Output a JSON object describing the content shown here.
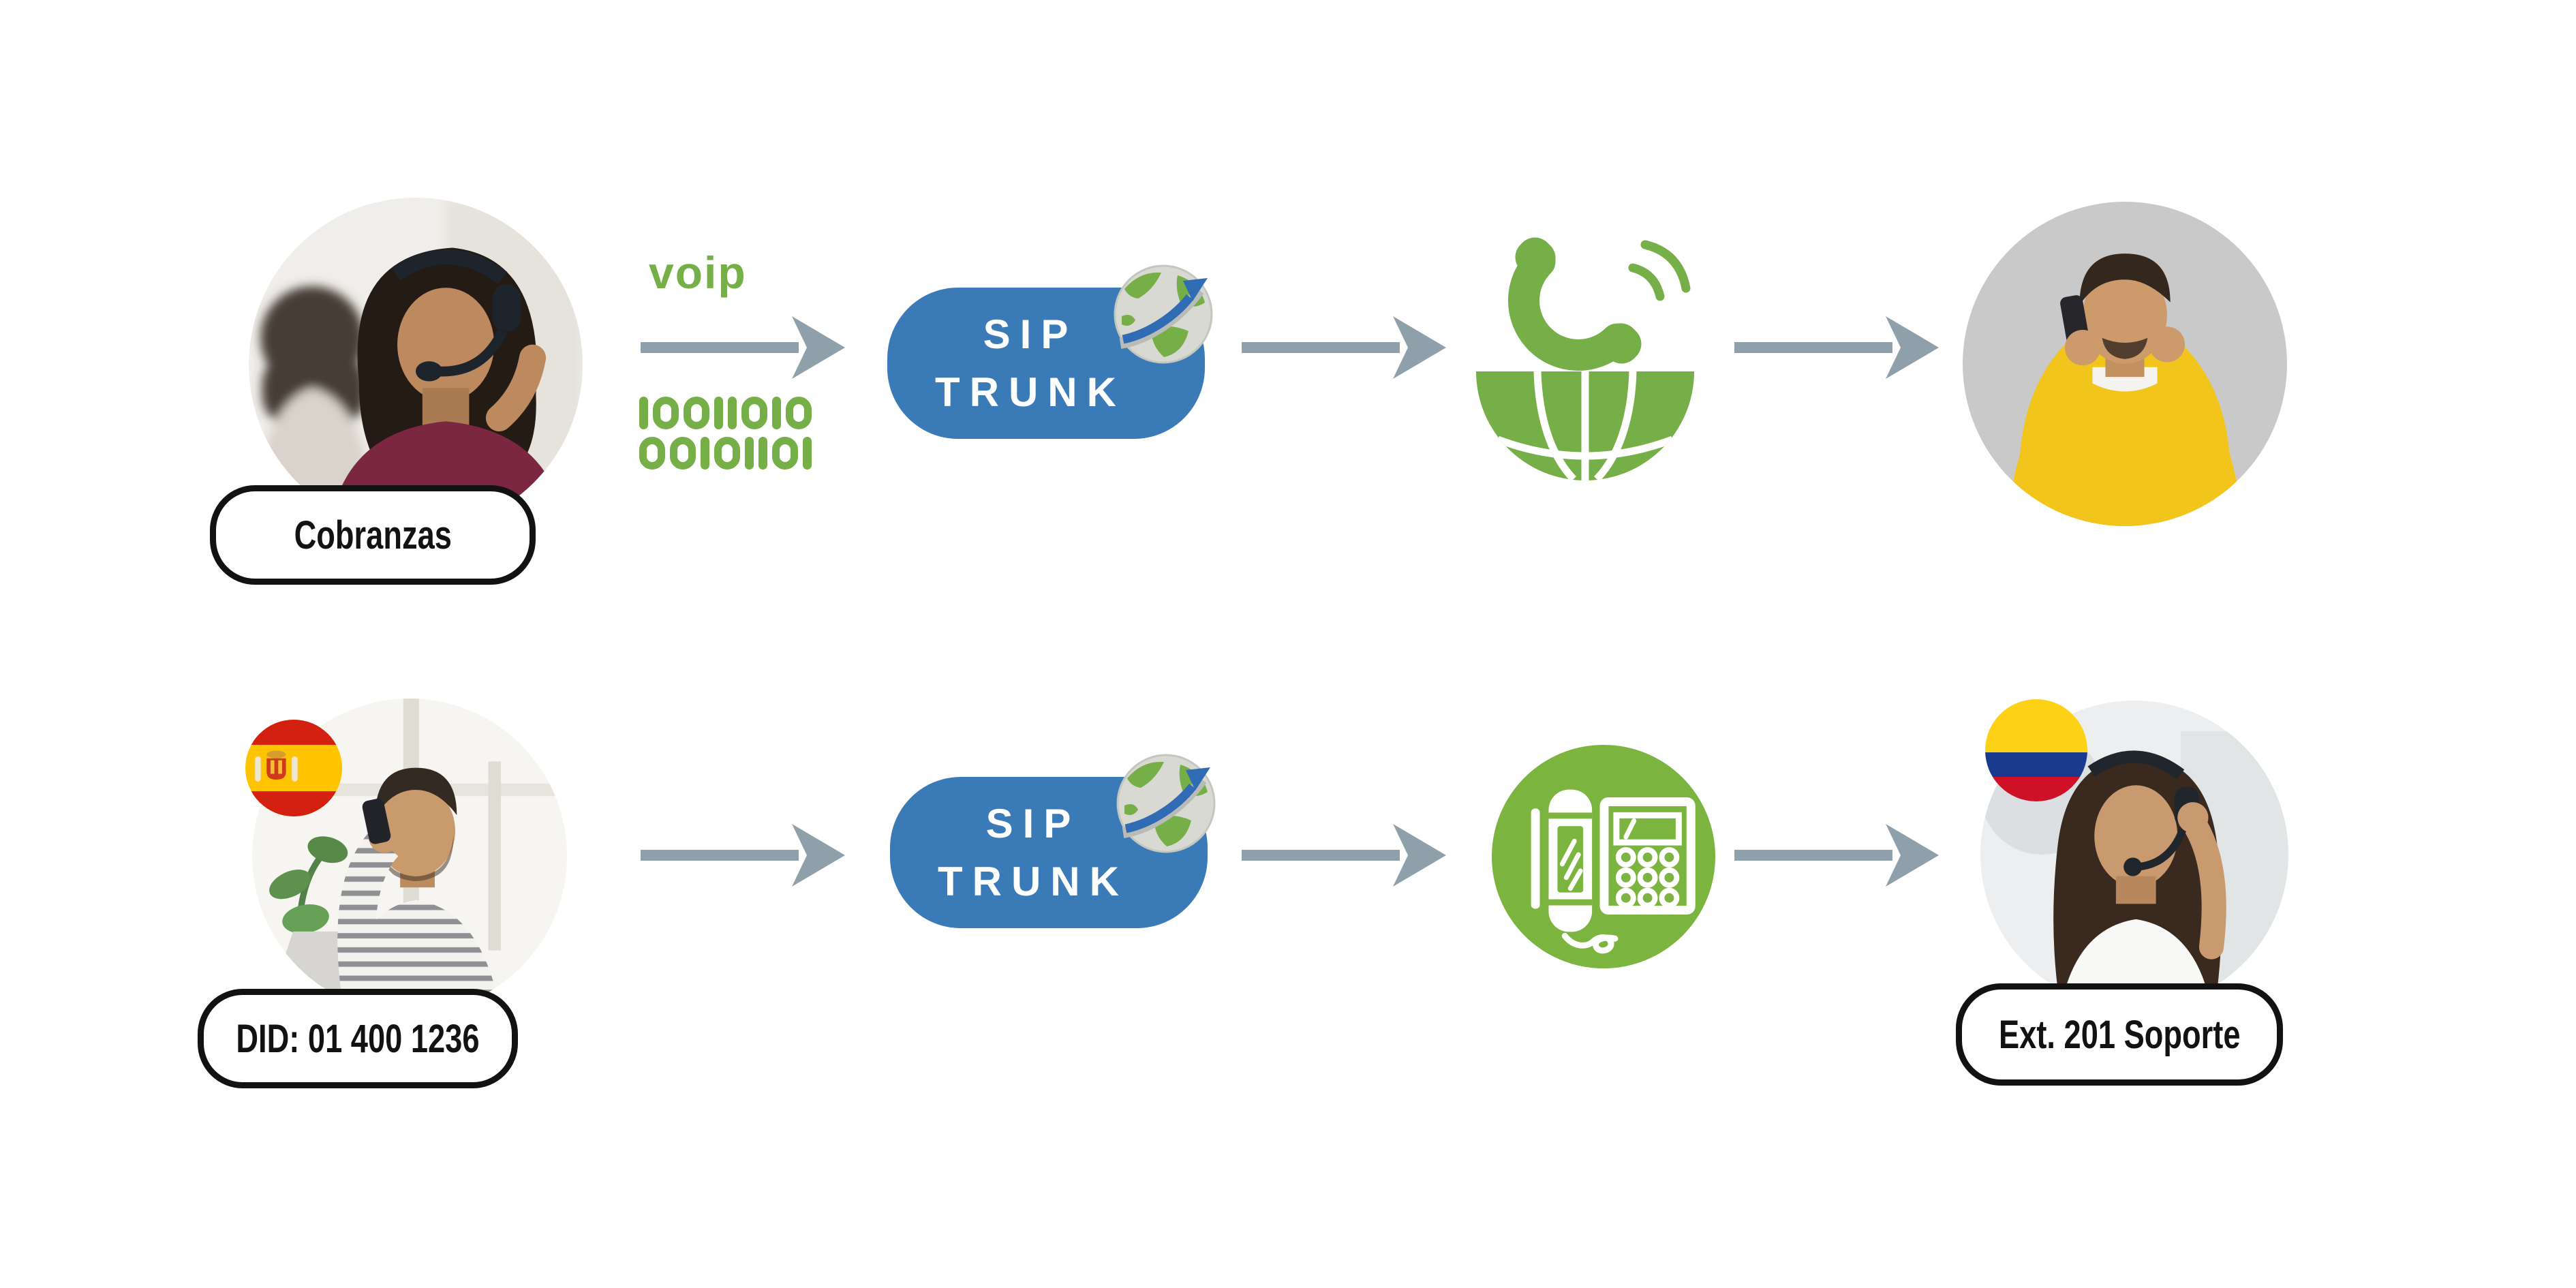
{
  "palette": {
    "bg": "#ffffff",
    "green": "#76ae48",
    "green_circle": "#7cb440",
    "blue": "#3a7ab7",
    "blue_dark": "#2f6cb3",
    "arrow_gray": "#90a0ab",
    "ink": "#121212",
    "spain_red": "#d32011",
    "spain_yellow": "#ffc400",
    "colombia_yellow": "#fcd116",
    "colombia_blue": "#1a3a8f",
    "colombia_red": "#ce1126"
  },
  "row1": {
    "caller_label": "Cobranzas",
    "voip_label": "voip",
    "binary_lines": [
      "10011010",
      "00101101"
    ]
  },
  "row2": {
    "caller_label": "DID: 01 400 1236",
    "callee_label": "Ext. 201 Soporte"
  },
  "sip_badge": {
    "line1": "SIP",
    "line2": "TRUNK"
  },
  "icons": {
    "sip_globe": "globe-with-arrow-icon",
    "row1_network": "phone-call-over-globe-icon",
    "row2_network": "desk-ip-phone-icon",
    "row2_caller_flag": "spain-flag-icon",
    "row2_callee_flag": "colombia-flag-icon"
  }
}
